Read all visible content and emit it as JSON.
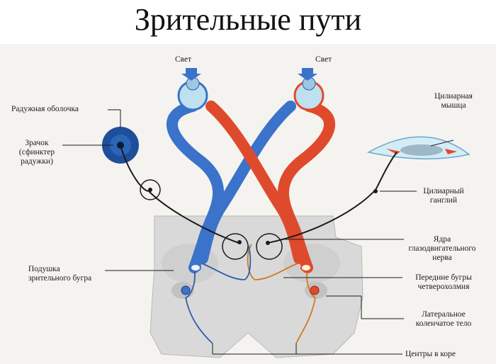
{
  "title": "Зрительные пути",
  "labels": {
    "light_left": "Свет",
    "light_right": "Свет",
    "iris": "Радужная оболочка",
    "pupil_1": "Зрачок",
    "pupil_2": "(сфинктер",
    "pupil_3": "радужки)",
    "ciliary_muscle_1": "Цилиарная",
    "ciliary_muscle_2": "мышца",
    "ciliary_ganglion_1": "Цилиарный",
    "ciliary_ganglion_2": "ганглий",
    "oculomotor_1": "Ядра",
    "oculomotor_2": "глазодвигательного",
    "oculomotor_3": "нерва",
    "pulvinar_1": "Подушка",
    "pulvinar_2": "зрительного бугра",
    "superior_colliculi_1": "Передние бугры",
    "superior_colliculi_2": "четверохолмия",
    "lgn_1": "Латеральное",
    "lgn_2": "коленчатое тело",
    "cortex": "Центры в коре"
  },
  "colors": {
    "blue_path": "#3a73c9",
    "red_path": "#e04a2c",
    "brain": "#d9d9d9",
    "iris": "#1f4f9a",
    "orange_fiber": "#d07a20"
  }
}
